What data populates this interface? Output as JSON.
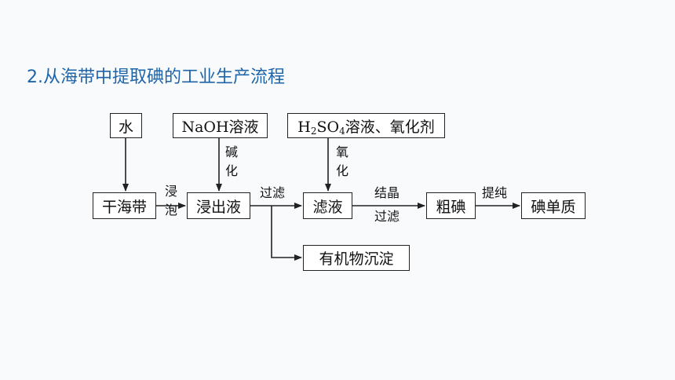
{
  "title": "2.从海带中提取碘的工业生产流程",
  "boxes": {
    "water": "水",
    "naoh": "NaOH溶液",
    "h2so4_pre": "H",
    "h2so4_sub1": "2",
    "h2so4_mid": "SO",
    "h2so4_sub2": "4",
    "h2so4_post": "溶液、氧化剂",
    "seaweed": "干海带",
    "leachate": "浸出液",
    "filtrate": "滤液",
    "crude_iodine": "粗碘",
    "iodine": "碘单质",
    "precipitate": "有机物沉淀"
  },
  "labels": {
    "soak_1": "浸",
    "soak_2": "泡",
    "alkali_1": "碱",
    "alkali_2": "化",
    "oxidize_1": "氧",
    "oxidize_2": "化",
    "filter": "过滤",
    "crystallize": "结晶",
    "filter2": "过滤",
    "purify": "提纯"
  },
  "colors": {
    "title": "#1e64a8",
    "line": "#222222",
    "background": "#f8fafc"
  }
}
